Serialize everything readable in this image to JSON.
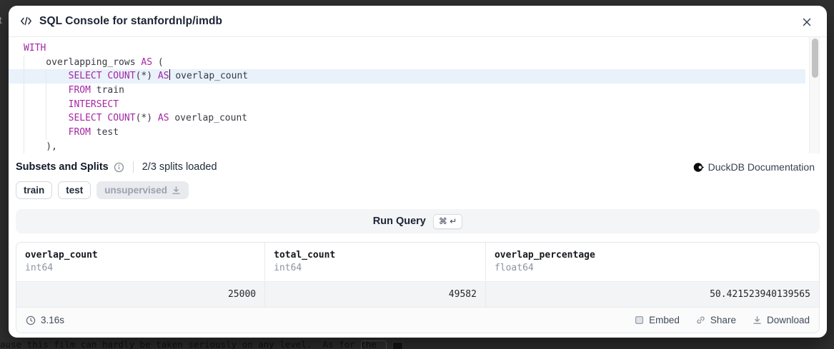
{
  "background": {
    "snippet": "ause this film can hardly be taken seriously on any level.  As for the",
    "edge_char": "t"
  },
  "header": {
    "title": "SQL Console for stanfordnlp/imdb"
  },
  "editor": {
    "highlight_line": 2,
    "lines": [
      {
        "guides": [],
        "tokens": [
          [
            "kw",
            "WITH"
          ]
        ]
      },
      {
        "guides": [
          0
        ],
        "tokens": [
          [
            "pl",
            "    overlapping_rows "
          ],
          [
            "kw",
            "AS"
          ],
          [
            "pl",
            " ("
          ]
        ]
      },
      {
        "guides": [
          0,
          4
        ],
        "tokens": [
          [
            "pl",
            "        "
          ],
          [
            "kw",
            "SELECT"
          ],
          [
            "pl",
            " "
          ],
          [
            "kw",
            "COUNT"
          ],
          [
            "pl",
            "(*) "
          ],
          [
            "kw",
            "AS"
          ],
          [
            "cursor",
            ""
          ],
          [
            "pl",
            " overlap_count"
          ]
        ]
      },
      {
        "guides": [
          0,
          4
        ],
        "tokens": [
          [
            "pl",
            "        "
          ],
          [
            "kw",
            "FROM"
          ],
          [
            "pl",
            " train"
          ]
        ]
      },
      {
        "guides": [
          0,
          4
        ],
        "tokens": [
          [
            "pl",
            "        "
          ],
          [
            "kw",
            "INTERSECT"
          ]
        ]
      },
      {
        "guides": [
          0,
          4
        ],
        "tokens": [
          [
            "pl",
            "        "
          ],
          [
            "kw",
            "SELECT"
          ],
          [
            "pl",
            " "
          ],
          [
            "kw",
            "COUNT"
          ],
          [
            "pl",
            "(*) "
          ],
          [
            "kw",
            "AS"
          ],
          [
            "pl",
            " overlap_count"
          ]
        ]
      },
      {
        "guides": [
          0,
          4
        ],
        "tokens": [
          [
            "pl",
            "        "
          ],
          [
            "kw",
            "FROM"
          ],
          [
            "pl",
            " test"
          ]
        ]
      },
      {
        "guides": [
          0
        ],
        "tokens": [
          [
            "pl",
            "    ),"
          ]
        ]
      }
    ]
  },
  "subsets": {
    "label": "Subsets and Splits",
    "status": "2/3 splits loaded",
    "doc_link": "DuckDB Documentation",
    "splits": [
      {
        "name": "train",
        "loaded": true
      },
      {
        "name": "test",
        "loaded": true
      },
      {
        "name": "unsupervised",
        "loaded": false
      }
    ]
  },
  "run_query": {
    "label": "Run Query",
    "shortcut": "⌘ ↵"
  },
  "results": {
    "columns": [
      {
        "name": "overlap_count",
        "type": "int64"
      },
      {
        "name": "total_count",
        "type": "int64"
      },
      {
        "name": "overlap_percentage",
        "type": "float64"
      }
    ],
    "rows": [
      [
        "25000",
        "49582",
        "50.421523940139565"
      ]
    ],
    "duration": "3.16s",
    "actions": [
      {
        "label": "Embed",
        "icon": "embed-icon"
      },
      {
        "label": "Share",
        "icon": "share-icon"
      },
      {
        "label": "Download",
        "icon": "download-icon"
      }
    ]
  },
  "colors": {
    "keyword": "#a626a4",
    "plain_code": "#383a42",
    "highlight_line": "#e9f1fb",
    "overlay_bg": "#303030"
  }
}
